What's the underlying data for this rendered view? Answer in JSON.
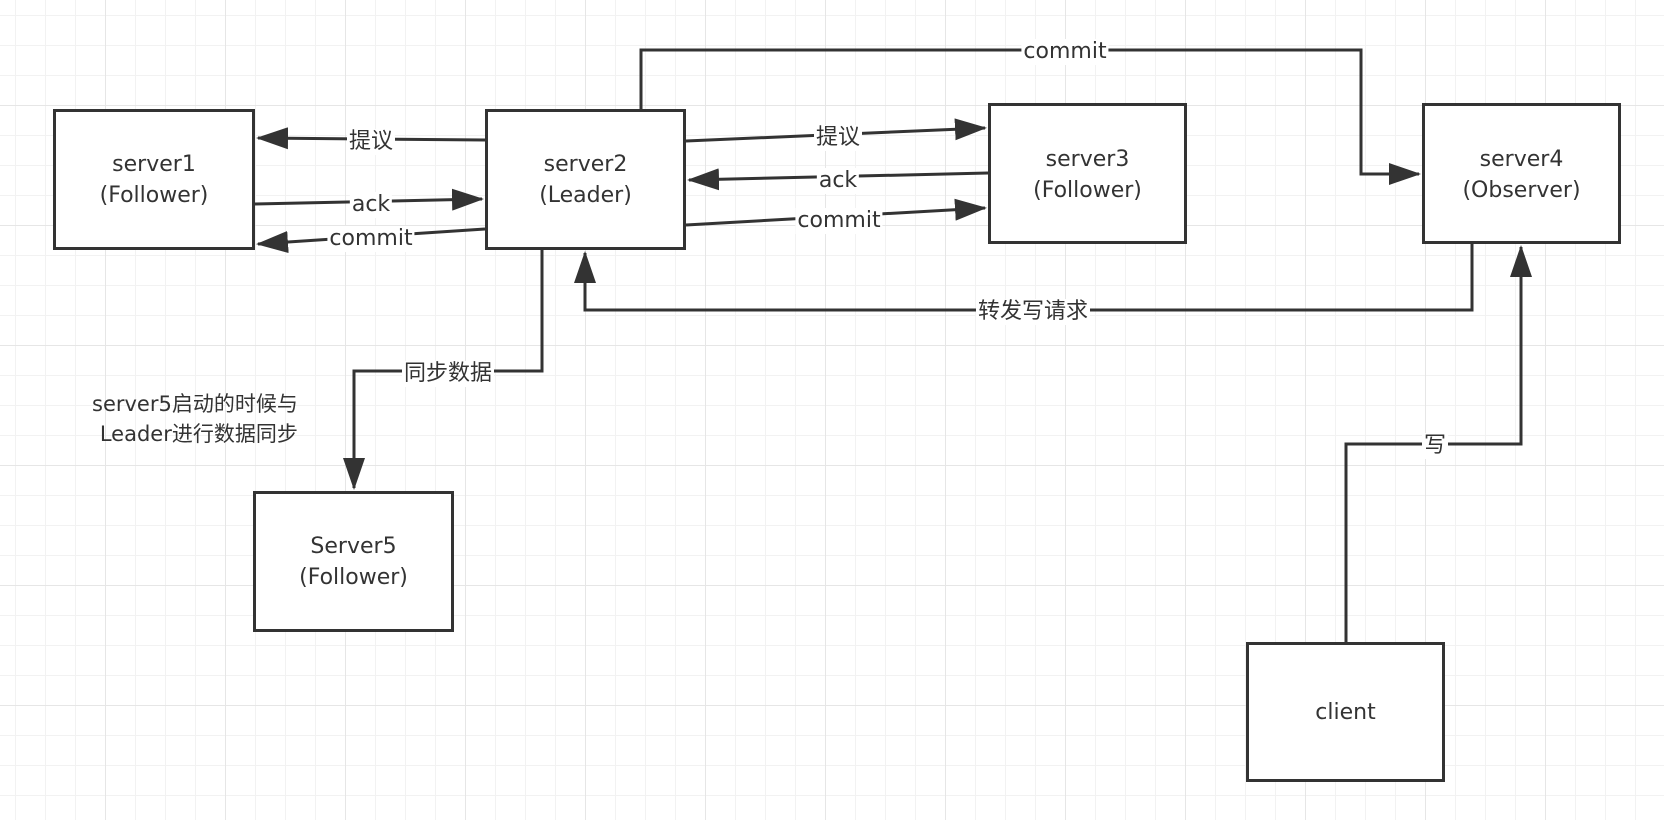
{
  "nodes": {
    "server1": {
      "name": "server1",
      "role": "(Follower)"
    },
    "server2": {
      "name": "server2",
      "role": "(Leader)"
    },
    "server3": {
      "name": "server3",
      "role": "(Follower)"
    },
    "server4": {
      "name": "server4",
      "role": "(Observer)"
    },
    "server5": {
      "name": "Server5",
      "role": "(Follower)"
    },
    "client": {
      "name": "client"
    }
  },
  "edges": {
    "s2_s1_proposal": "提议",
    "s1_s2_ack": "ack",
    "s2_s1_commit": "commit",
    "s2_s3_proposal": "提议",
    "s3_s2_ack": "ack",
    "s2_s3_commit": "commit",
    "s2_s4_commit": "commit",
    "s4_s2_forward": "转发写请求",
    "s2_s5_sync": "同步数据",
    "client_s4_write": "写"
  },
  "notes": {
    "server5_line1": "server5启动的时候与",
    "server5_line2": "Leader进行数据同步"
  },
  "colors": {
    "stroke": "#333333",
    "grid": "#e6e6e6"
  }
}
